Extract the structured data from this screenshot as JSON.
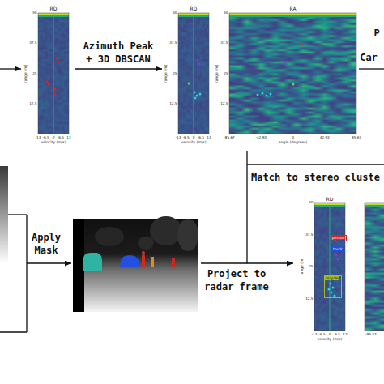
{
  "diagram": {
    "nodes": [
      {
        "text": [
          "RD"
        ]
      },
      {
        "text": [
          "RD"
        ]
      },
      {
        "text": [
          "RA"
        ]
      },
      {
        "text": [
          "RD"
        ]
      },
      {
        "text": [
          "person"
        ],
        "in": 3
      },
      {
        "text": [
          "truck"
        ],
        "in": 3
      },
      {
        "text": [
          "bicycle"
        ],
        "in": 3
      }
    ],
    "edges": [
      {
        "from": 0,
        "to": 1,
        "label": "Azimuth Peak + 3D DBSCAN",
        "arrow": "to"
      },
      {
        "from": 2,
        "to": 3,
        "arrow": "to"
      }
    ],
    "labels": [
      "50",
      "37.5",
      "25",
      "12.5",
      "range (m)",
      "-13",
      "-6.5",
      "0",
      "6.5",
      "13",
      "velocity (m/s)",
      "50",
      "37.5",
      "25",
      "12.5",
      "range (m)",
      "-13",
      "-6.5",
      "0",
      "6.5",
      "13",
      "velocity (m/s)",
      "50",
      "37.5",
      "25",
      "12.5",
      "range (m)",
      "-85.67",
      "-42.93",
      "0",
      "42.93",
      "85.67",
      "angle (degrees)",
      "P",
      "Car",
      "Match to stereo cluste",
      "Apply Mask",
      "Project to radar frame",
      "50",
      "37.5",
      "25",
      "12.5",
      "range (m)",
      "-13",
      "-6.5",
      "0",
      "6.5",
      "13",
      "velocity (m/s)",
      "-85.67"
    ]
  }
}
